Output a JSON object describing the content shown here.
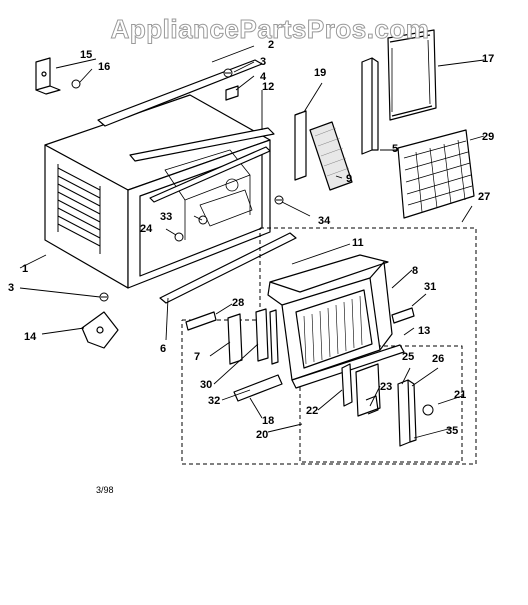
{
  "watermark": "AppliancePartsPros.com",
  "footer_code": "3/98",
  "callouts": [
    "1",
    "2",
    "3",
    "3",
    "4",
    "5",
    "6",
    "7",
    "8",
    "9",
    "11",
    "12",
    "13",
    "14",
    "15",
    "16",
    "17",
    "18",
    "19",
    "20",
    "21",
    "22",
    "23",
    "24",
    "25",
    "26",
    "27",
    "28",
    "29",
    "30",
    "31",
    "32",
    "33",
    "34",
    "35"
  ],
  "part_icons": [
    "cabinet-icon",
    "rail-icon",
    "screw-icon",
    "bracket-icon",
    "filter-icon",
    "grille-icon",
    "fan-shroud-icon",
    "gasket-icon",
    "clip-icon"
  ]
}
